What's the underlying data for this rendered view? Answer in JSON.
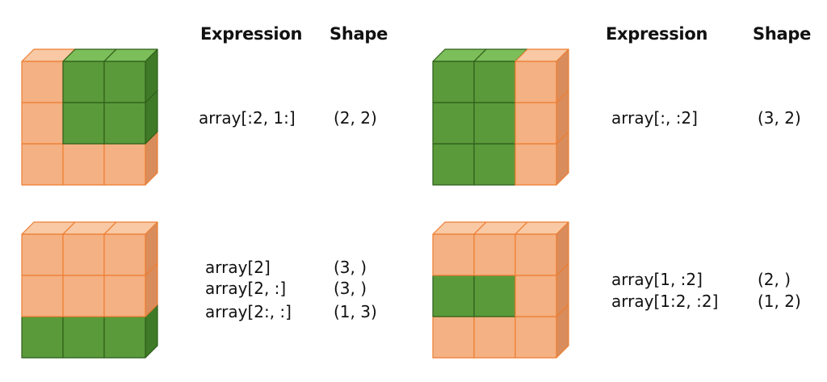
{
  "colors": {
    "selected_front": "#5a9a3a",
    "selected_top": "#7cbe5a",
    "selected_side": "#3f7a27",
    "selected_edge": "#2f5e1a",
    "unselected_front": "#f4b183",
    "unselected_top": "#f8c9a4",
    "unselected_side": "#d98d5c",
    "unselected_edge": "#ed7d31"
  },
  "panels": [
    {
      "id": "top-left",
      "headers": {
        "expression": "Expression",
        "shape": "Shape"
      },
      "selected_cells": [
        [
          0,
          1
        ],
        [
          0,
          2
        ],
        [
          1,
          1
        ],
        [
          1,
          2
        ]
      ],
      "rows": [
        {
          "expression": "array[:2, 1:]",
          "shape": "(2, 2)"
        }
      ]
    },
    {
      "id": "top-right",
      "headers": {
        "expression": "Expression",
        "shape": "Shape"
      },
      "selected_cells": [
        [
          0,
          0
        ],
        [
          0,
          1
        ],
        [
          1,
          0
        ],
        [
          1,
          1
        ],
        [
          2,
          0
        ],
        [
          2,
          1
        ]
      ],
      "rows": [
        {
          "expression": "array[:, :2]",
          "shape": "(3, 2)"
        }
      ]
    },
    {
      "id": "bottom-left",
      "selected_cells": [
        [
          2,
          0
        ],
        [
          2,
          1
        ],
        [
          2,
          2
        ]
      ],
      "rows": [
        {
          "expression": "array[2]",
          "shape": "(3, )"
        },
        {
          "expression": "array[2, :]",
          "shape": "(3, )"
        },
        {
          "expression": "array[2:, :]",
          "shape": "(1, 3)"
        }
      ]
    },
    {
      "id": "bottom-right",
      "selected_cells": [
        [
          1,
          0
        ],
        [
          1,
          1
        ]
      ],
      "rows": [
        {
          "expression": "array[1, :2]",
          "shape": "(2, )"
        },
        {
          "expression": "array[1:2, :2]",
          "shape": "(1, 2)"
        }
      ]
    }
  ]
}
